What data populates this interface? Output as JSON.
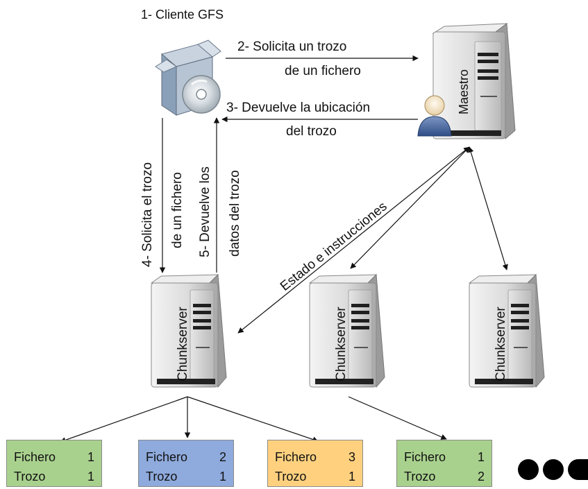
{
  "client": {
    "label": "1- Cliente GFS"
  },
  "master": {
    "label": "Maestro"
  },
  "arrows": {
    "request_line1": "2- Solicita un trozo",
    "request_line2": "de un fichero",
    "reply_line1": "3- Devuelve la ubicación",
    "reply_line2": "del trozo",
    "status": "Estado e instrucciones",
    "chunk_req_line1": "4- Solicita el trozo",
    "chunk_req_line2": "de un fichero",
    "chunk_data_line1": "5- Devuelve los",
    "chunk_data_line2": "datos del trozo"
  },
  "chunkservers": [
    {
      "label": "Chunkserver"
    },
    {
      "label": "Chunkserver"
    },
    {
      "label": "Chunkserver"
    }
  ],
  "chunks": [
    {
      "file_label": "Fichero",
      "file_num": "1",
      "chunk_label": "Trozo",
      "chunk_num": "1",
      "color": "#a9d18e"
    },
    {
      "file_label": "Fichero",
      "file_num": "2",
      "chunk_label": "Trozo",
      "chunk_num": "1",
      "color": "#8faadc"
    },
    {
      "file_label": "Fichero",
      "file_num": "3",
      "chunk_label": "Trozo",
      "chunk_num": "1",
      "color": "#ffd17f"
    },
    {
      "file_label": "Fichero",
      "file_num": "1",
      "chunk_label": "Trozo",
      "chunk_num": "2",
      "color": "#a9d18e"
    }
  ]
}
